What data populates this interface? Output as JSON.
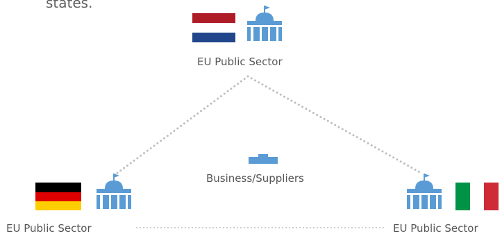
{
  "intro_text": "states.",
  "nodes": {
    "top": {
      "label": "EU Public Sector",
      "flag": "netherlands-flag"
    },
    "left": {
      "label": "EU Public Sector",
      "flag": "germany-flag"
    },
    "right": {
      "label": "EU Public Sector",
      "flag": "italy-flag"
    },
    "center": {
      "label": "Business/Suppliers",
      "icon": "briefcase-icon"
    }
  },
  "colors": {
    "icon_blue": "#5b9bd5",
    "connector_gray": "#bdbdbd",
    "nl_red": "#ae1c28",
    "nl_white": "#ffffff",
    "nl_blue": "#21468b",
    "de_black": "#000000",
    "de_red": "#dd0000",
    "de_gold": "#ffce00",
    "it_green": "#009246",
    "it_white": "#ffffff",
    "it_red": "#ce2b37"
  }
}
